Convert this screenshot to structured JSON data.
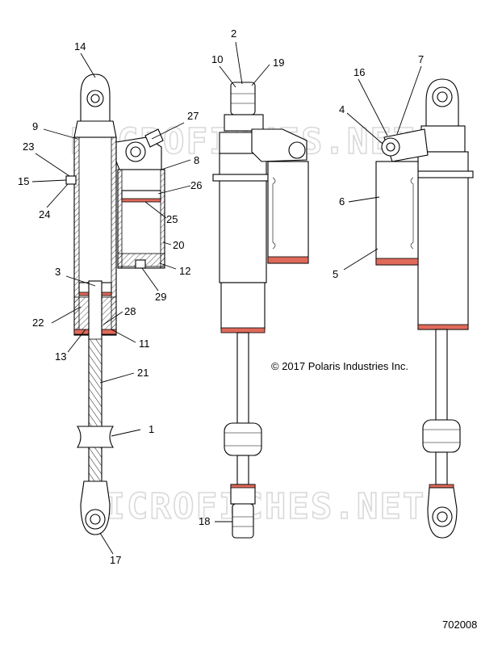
{
  "copyright": "© 2017 Polaris Industries Inc.",
  "drawing_number": "702008",
  "watermarks": [
    "MICROFICHES.NET",
    "MICROFICHES.NET"
  ],
  "callouts": [
    {
      "id": "c1",
      "label": "1"
    },
    {
      "id": "c2",
      "label": "2"
    },
    {
      "id": "c3",
      "label": "3"
    },
    {
      "id": "c4",
      "label": "4"
    },
    {
      "id": "c5",
      "label": "5"
    },
    {
      "id": "c6",
      "label": "6"
    },
    {
      "id": "c7",
      "label": "7"
    },
    {
      "id": "c8",
      "label": "8"
    },
    {
      "id": "c9",
      "label": "9"
    },
    {
      "id": "c10",
      "label": "10"
    },
    {
      "id": "c11",
      "label": "11"
    },
    {
      "id": "c12",
      "label": "12"
    },
    {
      "id": "c13",
      "label": "13"
    },
    {
      "id": "c14",
      "label": "14"
    },
    {
      "id": "c15",
      "label": "15"
    },
    {
      "id": "c16",
      "label": "16"
    },
    {
      "id": "c17",
      "label": "17"
    },
    {
      "id": "c18",
      "label": "18"
    },
    {
      "id": "c19",
      "label": "19"
    },
    {
      "id": "c20",
      "label": "20"
    },
    {
      "id": "c21",
      "label": "21"
    },
    {
      "id": "c22",
      "label": "22"
    },
    {
      "id": "c23",
      "label": "23"
    },
    {
      "id": "c24",
      "label": "24"
    },
    {
      "id": "c25",
      "label": "25"
    },
    {
      "id": "c26",
      "label": "26"
    },
    {
      "id": "c27",
      "label": "27"
    },
    {
      "id": "c28",
      "label": "28"
    },
    {
      "id": "c29",
      "label": "29"
    }
  ]
}
